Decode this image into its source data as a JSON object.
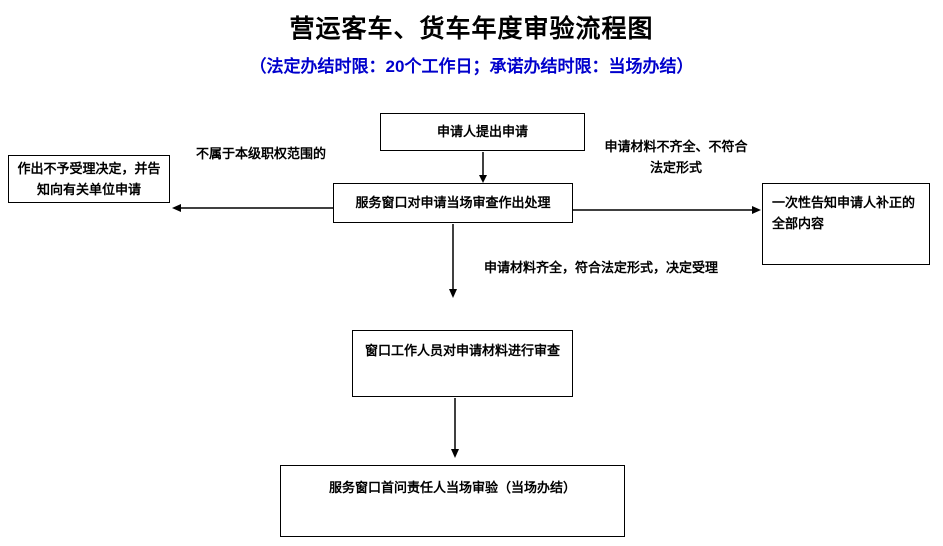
{
  "title": "营运客车、货车年度审验流程图",
  "subtitle": "（法定办结时限：20个工作日；承诺办结时限：当场办结）",
  "colors": {
    "subtitle_text": "#0000cc",
    "box_border": "#000000",
    "box_text": "#000000",
    "background": "#ffffff"
  },
  "nodes": {
    "apply": "申请人提出申请",
    "service": "服务窗口对申请当场审查作出处理",
    "reject": "作出不予受理决定，并告知向有关单位申请",
    "notify": "一次性告知申请人补正的全部内容",
    "review": "窗口工作人员对申请材料进行审查",
    "final": "服务窗口首问责任人当场审验（当场办结）"
  },
  "edges": {
    "out_of_scope": "不属于本级职权范围的",
    "incomplete": "申请材料不齐全、不符合法定形式",
    "complete": "申请材料齐全，符合法定形式，决定受理"
  }
}
